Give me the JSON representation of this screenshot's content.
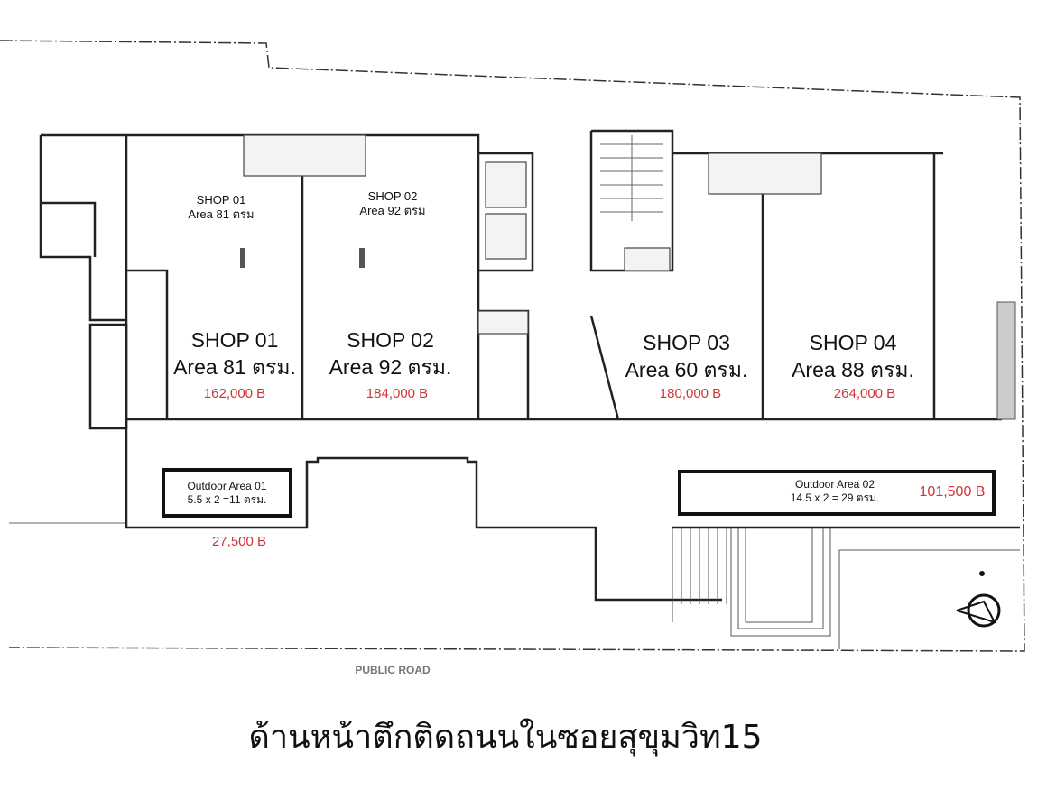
{
  "shops": [
    {
      "name": "SHOP 01",
      "area_small": "Area 81 ตรม",
      "area": "Area 81 ตรม.",
      "price": "162,000 B"
    },
    {
      "name": "SHOP 02",
      "area_small": "Area 92 ตรม",
      "area": "Area 92 ตรม.",
      "price": "184,000 B"
    },
    {
      "name": "SHOP 03",
      "area": "Area 60 ตรม.",
      "price": "180,000 B"
    },
    {
      "name": "SHOP 04",
      "area": "Area 88 ตรม.",
      "price": "264,000 B"
    }
  ],
  "outdoor": [
    {
      "name": "Outdoor Area 01",
      "calc": "5.5 x 2 =11 ตรม.",
      "price": "27,500 B"
    },
    {
      "name": "Outdoor Area 02",
      "calc": "14.5 x 2 = 29 ตรม.",
      "price": "101,500 B"
    }
  ],
  "road_label": "PUBLIC ROAD",
  "caption": "ด้านหน้าตึกติดถนนในซอยสุขุมวิท15",
  "colors": {
    "price": "#d0343a",
    "wall": "#222222"
  }
}
